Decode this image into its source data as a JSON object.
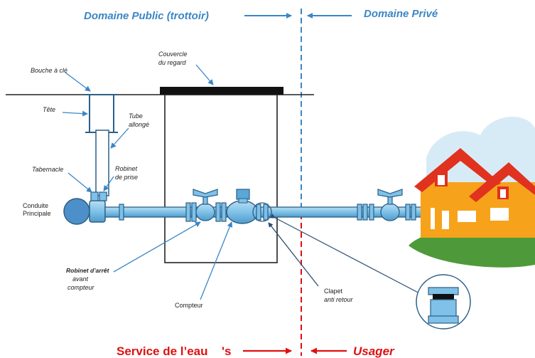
{
  "header": {
    "public_label": "Domaine Public (trottoir)",
    "private_label": "Domaine Privé"
  },
  "labels": {
    "bouche_a_cle": "Bouche à clé",
    "tete": "Tête",
    "tube_line1": "Tube",
    "tube_line2": "allongé",
    "tabernacle": "Tabernacle",
    "robinet_prise_line1": "Robinet",
    "robinet_prise_line2": "de prise",
    "conduite_line1": "Conduite",
    "conduite_line2": "Principale",
    "couvercle_line1": "Couvercle",
    "couvercle_line2": "du regard",
    "robinet_arret_line1": "Robinet d’arrêt",
    "robinet_arret_line2": "avant",
    "robinet_arret_line3": "compteur",
    "compteur": "Compteur",
    "clapet_line1": "Clapet",
    "clapet_line2": "anti retour"
  },
  "footer": {
    "service_label": "Service de l’eau",
    "service_cut": "'s",
    "usager_label": "Usager"
  },
  "colors": {
    "header_blue": "#3a86c6",
    "pipe_blue": "#7fc1e8",
    "pipe_stroke": "#2c5f86",
    "red_accent": "#e01010",
    "roof_red": "#e0321f",
    "house_orange": "#f7a21b",
    "grass_green": "#4e9a3a",
    "cloud_blue": "#d7ebf7"
  }
}
